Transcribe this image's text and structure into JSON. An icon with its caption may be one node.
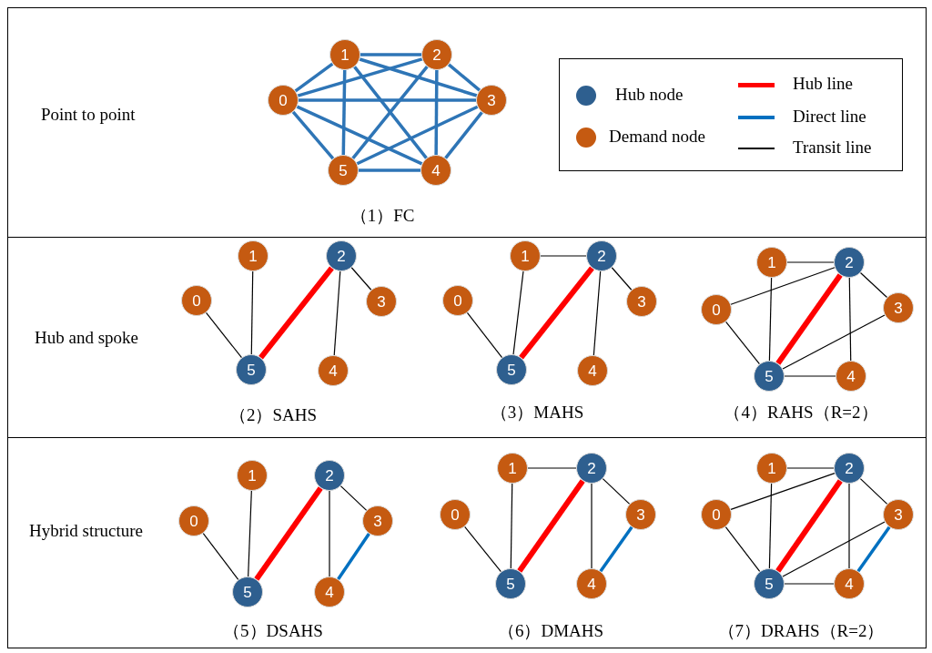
{
  "diagram": {
    "nodes": [
      {
        "text": [
          "0"
        ]
      },
      {
        "text": [
          "1"
        ]
      },
      {
        "text": [
          "2"
        ]
      },
      {
        "text": [
          "3"
        ]
      },
      {
        "text": [
          "4"
        ]
      },
      {
        "text": [
          "5"
        ]
      },
      {
        "text": [
          "0"
        ]
      },
      {
        "text": [
          "1"
        ]
      },
      {
        "text": [
          "2"
        ]
      },
      {
        "text": [
          "3"
        ]
      },
      {
        "text": [
          "4"
        ]
      },
      {
        "text": [
          "5"
        ]
      },
      {
        "text": [
          "0"
        ]
      },
      {
        "text": [
          "1"
        ]
      },
      {
        "text": [
          "2"
        ]
      },
      {
        "text": [
          "3"
        ]
      },
      {
        "text": [
          "4"
        ]
      },
      {
        "text": [
          "5"
        ]
      },
      {
        "text": [
          "0"
        ]
      },
      {
        "text": [
          "1"
        ]
      },
      {
        "text": [
          "2"
        ]
      },
      {
        "text": [
          "3"
        ]
      },
      {
        "text": [
          "4"
        ]
      },
      {
        "text": [
          "5"
        ]
      },
      {
        "text": [
          "0"
        ]
      },
      {
        "text": [
          "1"
        ]
      },
      {
        "text": [
          "2"
        ]
      },
      {
        "text": [
          "3"
        ]
      },
      {
        "text": [
          "4"
        ]
      },
      {
        "text": [
          "5"
        ]
      },
      {
        "text": [
          "0"
        ]
      },
      {
        "text": [
          "1"
        ]
      },
      {
        "text": [
          "2"
        ]
      },
      {
        "text": [
          "3"
        ]
      },
      {
        "text": [
          "4"
        ]
      },
      {
        "text": [
          "5"
        ]
      },
      {
        "text": [
          "0"
        ]
      },
      {
        "text": [
          "1"
        ]
      },
      {
        "text": [
          "2"
        ]
      },
      {
        "text": [
          "3"
        ]
      },
      {
        "text": [
          "4"
        ]
      },
      {
        "text": [
          "5"
        ]
      }
    ],
    "edges": [
      {
        "from": 0,
        "to": 1,
        "arrow": "none",
        "style": "thick",
        "color": "#2e75b6"
      },
      {
        "from": 0,
        "to": 2,
        "arrow": "none",
        "style": "thick",
        "color": "#2e75b6"
      },
      {
        "from": 0,
        "to": 3,
        "arrow": "none",
        "style": "thick",
        "color": "#2e75b6"
      },
      {
        "from": 0,
        "to": 4,
        "arrow": "none",
        "style": "thick",
        "color": "#2e75b6"
      },
      {
        "from": 0,
        "to": 5,
        "arrow": "none",
        "style": "thick",
        "color": "#2e75b6"
      },
      {
        "from": 1,
        "to": 2,
        "arrow": "none",
        "style": "thick",
        "color": "#2e75b6"
      },
      {
        "from": 1,
        "to": 3,
        "arrow": "none",
        "style": "thick",
        "color": "#2e75b6"
      },
      {
        "from": 1,
        "to": 4,
        "arrow": "none",
        "style": "thick",
        "color": "#2e75b6"
      },
      {
        "from": 1,
        "to": 5,
        "arrow": "none",
        "style": "thick",
        "color": "#2e75b6"
      },
      {
        "from": 2,
        "to": 3,
        "arrow": "none",
        "style": "thick",
        "color": "#2e75b6"
      },
      {
        "from": 2,
        "to": 4,
        "arrow": "none",
        "style": "thick",
        "color": "#2e75b6"
      },
      {
        "from": 2,
        "to": 5,
        "arrow": "none",
        "style": "thick",
        "color": "#2e75b6"
      },
      {
        "from": 3,
        "to": 4,
        "arrow": "none",
        "style": "thick",
        "color": "#2e75b6"
      },
      {
        "from": 3,
        "to": 5,
        "arrow": "none",
        "style": "thick",
        "color": "#2e75b6"
      },
      {
        "from": 4,
        "to": 5,
        "arrow": "none",
        "style": "thick",
        "color": "#2e75b6"
      },
      {
        "from": 6,
        "to": 11,
        "arrow": "none"
      },
      {
        "from": 7,
        "to": 11,
        "arrow": "none"
      },
      {
        "from": 8,
        "to": 11,
        "arrow": "none",
        "style": "thick",
        "color": "#ff0000"
      },
      {
        "from": 8,
        "to": 9,
        "arrow": "none"
      },
      {
        "from": 8,
        "to": 10,
        "arrow": "none"
      },
      {
        "from": 12,
        "to": 17,
        "arrow": "none"
      },
      {
        "from": 13,
        "to": 17,
        "arrow": "none"
      },
      {
        "from": 13,
        "to": 14,
        "arrow": "none"
      },
      {
        "from": 14,
        "to": 17,
        "arrow": "none",
        "style": "thick",
        "color": "#ff0000"
      },
      {
        "from": 14,
        "to": 15,
        "arrow": "none"
      },
      {
        "from": 14,
        "to": 16,
        "arrow": "none"
      },
      {
        "from": 19,
        "to": 20,
        "arrow": "none"
      },
      {
        "from": 18,
        "to": 20,
        "arrow": "none"
      },
      {
        "from": 18,
        "to": 23,
        "arrow": "none"
      },
      {
        "from": 19,
        "to": 23,
        "arrow": "none"
      },
      {
        "from": 20,
        "to": 23,
        "arrow": "none",
        "style": "thick",
        "color": "#ff0000"
      },
      {
        "from": 20,
        "to": 21,
        "arrow": "none"
      },
      {
        "from": 20,
        "to": 22,
        "arrow": "none"
      },
      {
        "from": 21,
        "to": 23,
        "arrow": "none"
      },
      {
        "from": 22,
        "to": 23,
        "arrow": "none"
      },
      {
        "from": 24,
        "to": 29,
        "arrow": "none"
      },
      {
        "from": 25,
        "to": 29,
        "arrow": "none"
      },
      {
        "from": 26,
        "to": 29,
        "arrow": "none",
        "style": "thick",
        "color": "#ff0000"
      },
      {
        "from": 26,
        "to": 27,
        "arrow": "none"
      },
      {
        "from": 26,
        "to": 28,
        "arrow": "none"
      },
      {
        "from": 27,
        "to": 28,
        "arrow": "none",
        "style": "thick",
        "color": "#0070c0"
      },
      {
        "from": 30,
        "to": 35,
        "arrow": "none"
      },
      {
        "from": 31,
        "to": 35,
        "arrow": "none"
      },
      {
        "from": 31,
        "to": 32,
        "arrow": "none"
      },
      {
        "from": 32,
        "to": 35,
        "arrow": "none",
        "style": "thick",
        "color": "#ff0000"
      },
      {
        "from": 32,
        "to": 33,
        "arrow": "none"
      },
      {
        "from": 32,
        "to": 34,
        "arrow": "none"
      },
      {
        "from": 33,
        "to": 34,
        "arrow": "none",
        "style": "thick",
        "color": "#0070c0"
      },
      {
        "from": 37,
        "to": 38,
        "arrow": "none"
      },
      {
        "from": 36,
        "to": 38,
        "arrow": "none"
      },
      {
        "from": 36,
        "to": 41,
        "arrow": "none"
      },
      {
        "from": 37,
        "to": 41,
        "arrow": "none"
      },
      {
        "from": 38,
        "to": 41,
        "arrow": "none",
        "style": "thick",
        "color": "#ff0000"
      },
      {
        "from": 38,
        "to": 39,
        "arrow": "none"
      },
      {
        "from": 38,
        "to": 40,
        "arrow": "none"
      },
      {
        "from": 39,
        "to": 41,
        "arrow": "none"
      },
      {
        "from": 40,
        "to": 41,
        "arrow": "none"
      },
      {
        "from": 39,
        "to": 40,
        "arrow": "none",
        "style": "thick",
        "color": "#0070c0"
      }
    ],
    "labels": [
      "Point to point",
      "（1）FC",
      "Hub and spoke",
      "（2）SAHS",
      "（3）MAHS",
      "（4）RAHS（R=2）",
      "Hybrid structure",
      "（5）DSAHS",
      "（6）DMAHS",
      "（7）DRAHS（R=2）"
    ],
    "legend": [
      {
        "text": "Hub node",
        "color": "#2e5f8f"
      },
      {
        "text": "Demand node",
        "color": "#c55a11"
      },
      {
        "text": "Hub line",
        "color": "#ff0000"
      },
      {
        "text": "Direct line",
        "color": "#0070c0"
      },
      {
        "text": "Transit line",
        "color": "#000000"
      }
    ]
  }
}
